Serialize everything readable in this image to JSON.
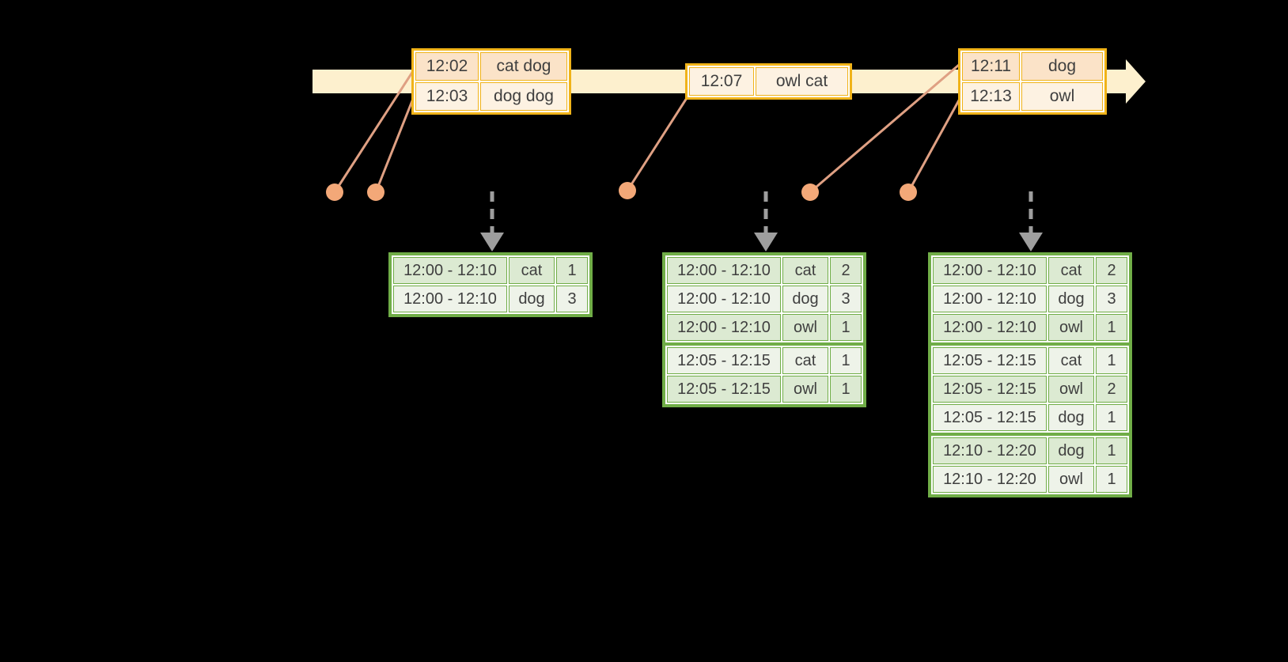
{
  "colors": {
    "canvas_bg": "#000000",
    "gap_white": "#ffffff",
    "timeline_fill": "#fdf0ce",
    "event_border": "#f0b319",
    "event_row_peach": "#fbe3c8",
    "event_row_cream": "#fdf2e2",
    "result_border": "#70ad47",
    "result_row_dark": "#dcead2",
    "result_row_light": "#eef3e9",
    "dot_fill": "#f3a878",
    "connector_stroke": "#dfa083",
    "dashed_arrow": "#9e9e9e",
    "text_color": "#3f3f3f"
  },
  "event_tables": [
    {
      "rows": [
        {
          "time": "12:02",
          "words": "cat dog",
          "shade": "peach"
        },
        {
          "time": "12:03",
          "words": "dog dog",
          "shade": "cream"
        }
      ]
    },
    {
      "rows": [
        {
          "time": "12:07",
          "words": "owl cat",
          "shade": "cream"
        }
      ]
    },
    {
      "rows": [
        {
          "time": "12:11",
          "words": "dog",
          "shade": "peach"
        },
        {
          "time": "12:13",
          "words": "owl",
          "shade": "cream"
        }
      ]
    }
  ],
  "result_tables": [
    {
      "groups": [
        [
          {
            "window": "12:00 - 12:10",
            "word": "cat",
            "count": "1"
          },
          {
            "window": "12:00 - 12:10",
            "word": "dog",
            "count": "3"
          }
        ]
      ]
    },
    {
      "groups": [
        [
          {
            "window": "12:00 - 12:10",
            "word": "cat",
            "count": "2"
          },
          {
            "window": "12:00 - 12:10",
            "word": "dog",
            "count": "3"
          },
          {
            "window": "12:00 - 12:10",
            "word": "owl",
            "count": "1"
          }
        ],
        [
          {
            "window": "12:05 - 12:15",
            "word": "cat",
            "count": "1"
          },
          {
            "window": "12:05 - 12:15",
            "word": "owl",
            "count": "1"
          }
        ]
      ]
    },
    {
      "groups": [
        [
          {
            "window": "12:00 - 12:10",
            "word": "cat",
            "count": "2"
          },
          {
            "window": "12:00 - 12:10",
            "word": "dog",
            "count": "3"
          },
          {
            "window": "12:00 - 12:10",
            "word": "owl",
            "count": "1"
          }
        ],
        [
          {
            "window": "12:05 - 12:15",
            "word": "cat",
            "count": "1"
          },
          {
            "window": "12:05 - 12:15",
            "word": "owl",
            "count": "2"
          },
          {
            "window": "12:05 - 12:15",
            "word": "dog",
            "count": "1"
          }
        ],
        [
          {
            "window": "12:10 - 12:20",
            "word": "dog",
            "count": "1"
          },
          {
            "window": "12:10 - 12:20",
            "word": "owl",
            "count": "1"
          }
        ]
      ]
    }
  ]
}
